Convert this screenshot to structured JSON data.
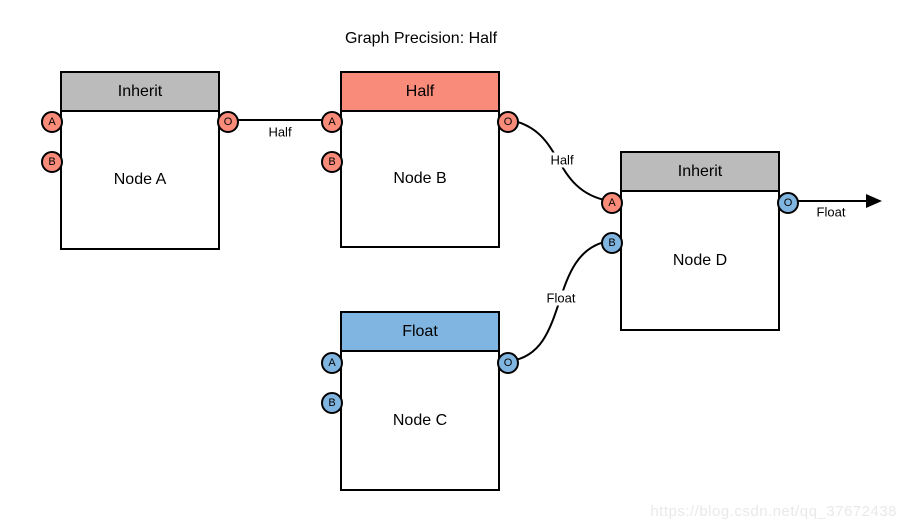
{
  "title": "Graph Precision: Half",
  "watermark": "https://blog.csdn.net/qq_37672438",
  "colors": {
    "header_gray": "#BBBBBB",
    "header_salmon": "#F98B7B",
    "header_blue": "#7FB5E0",
    "edge_stroke": "#000000",
    "node_background": "#FFFFFF",
    "watermark_text": "#E9E9E9"
  },
  "nodes": [
    {
      "id": "node-a",
      "header": "Inherit",
      "header_color": "#BBBBBB",
      "label": "Node A",
      "inputs": [
        {
          "label": "A",
          "color": "#F98B7B"
        },
        {
          "label": "B",
          "color": "#F98B7B"
        }
      ],
      "output": {
        "label": "O",
        "color": "#F98B7B"
      }
    },
    {
      "id": "node-b",
      "header": "Half",
      "header_color": "#F98B7B",
      "label": "Node B",
      "inputs": [
        {
          "label": "A",
          "color": "#F98B7B"
        },
        {
          "label": "B",
          "color": "#F98B7B"
        }
      ],
      "output": {
        "label": "O",
        "color": "#F98B7B"
      }
    },
    {
      "id": "node-c",
      "header": "Float",
      "header_color": "#7FB5E0",
      "label": "Node C",
      "inputs": [
        {
          "label": "A",
          "color": "#7FB5E0"
        },
        {
          "label": "B",
          "color": "#7FB5E0"
        }
      ],
      "output": {
        "label": "O",
        "color": "#7FB5E0"
      }
    },
    {
      "id": "node-d",
      "header": "Inherit",
      "header_color": "#BBBBBB",
      "label": "Node D",
      "inputs": [
        {
          "label": "A",
          "color": "#F98B7B"
        },
        {
          "label": "B",
          "color": "#7FB5E0"
        }
      ],
      "output": {
        "label": "O",
        "color": "#7FB5E0"
      }
    }
  ],
  "edges": [
    {
      "from": "node-a.O",
      "to": "node-b.A",
      "label": "Half"
    },
    {
      "from": "node-b.O",
      "to": "node-d.A",
      "label": "Half"
    },
    {
      "from": "node-c.O",
      "to": "node-d.B",
      "label": "Float"
    },
    {
      "from": "node-d.O",
      "to": "graph-output",
      "label": "Float"
    }
  ]
}
